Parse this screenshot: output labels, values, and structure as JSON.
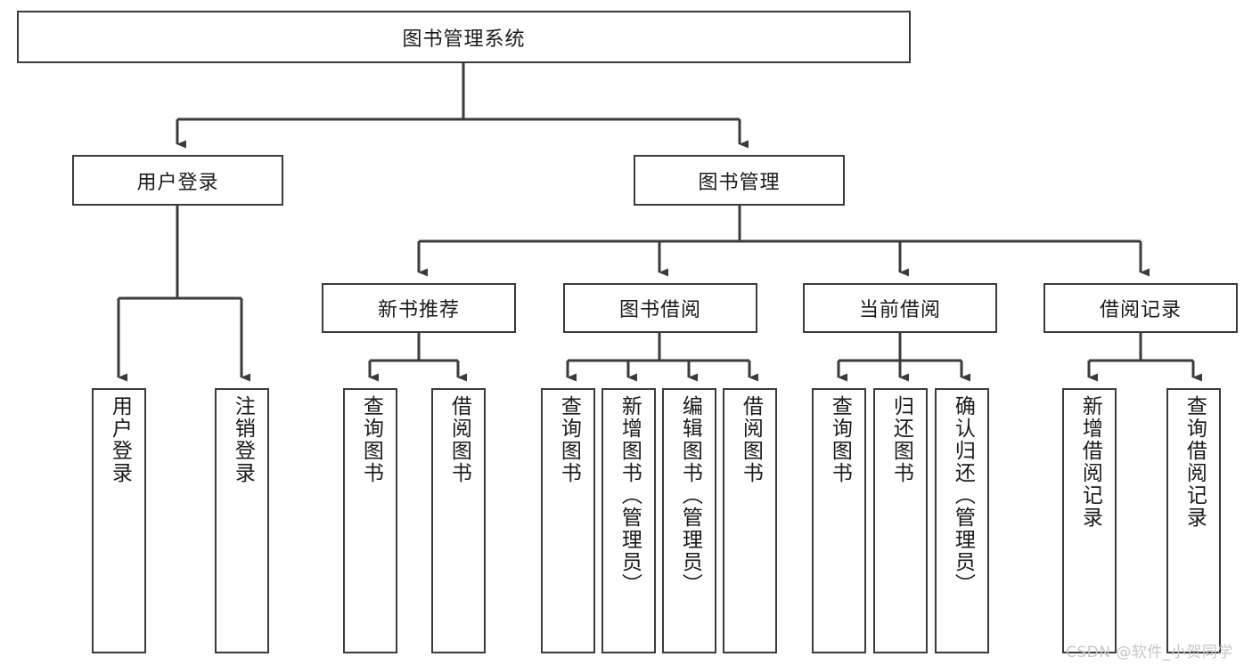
{
  "diagram": {
    "type": "tree-hierarchy-chart",
    "title": "图书管理系统",
    "stroke_color": "#3b3b3b",
    "background_color": "#ffffff",
    "text_color": "#1a1a1a"
  },
  "root": {
    "label": "图书管理系统"
  },
  "level1": [
    {
      "label": "用户登录"
    },
    {
      "label": "图书管理"
    }
  ],
  "level2": [
    {
      "label": "新书推荐"
    },
    {
      "label": "图书借阅"
    },
    {
      "label": "当前借阅"
    },
    {
      "label": "借阅记录"
    }
  ],
  "leaves": {
    "user_login": [
      {
        "label": "用户登录"
      },
      {
        "label": "注销登录"
      }
    ],
    "new_book_recommend": [
      {
        "label": "查询图书"
      },
      {
        "label": "借阅图书"
      }
    ],
    "book_borrow": [
      {
        "label": "查询图书"
      },
      {
        "label": "新增图书（管理员）"
      },
      {
        "label": "编辑图书（管理员）"
      },
      {
        "label": "借阅图书"
      }
    ],
    "current_borrow": [
      {
        "label": "查询图书"
      },
      {
        "label": "归还图书"
      },
      {
        "label": "确认归还（管理员）"
      }
    ],
    "borrow_record": [
      {
        "label": "新增借阅记录"
      },
      {
        "label": "查询借阅记录"
      }
    ]
  },
  "watermark": {
    "text": "CSDN @软件_小贺同学"
  }
}
